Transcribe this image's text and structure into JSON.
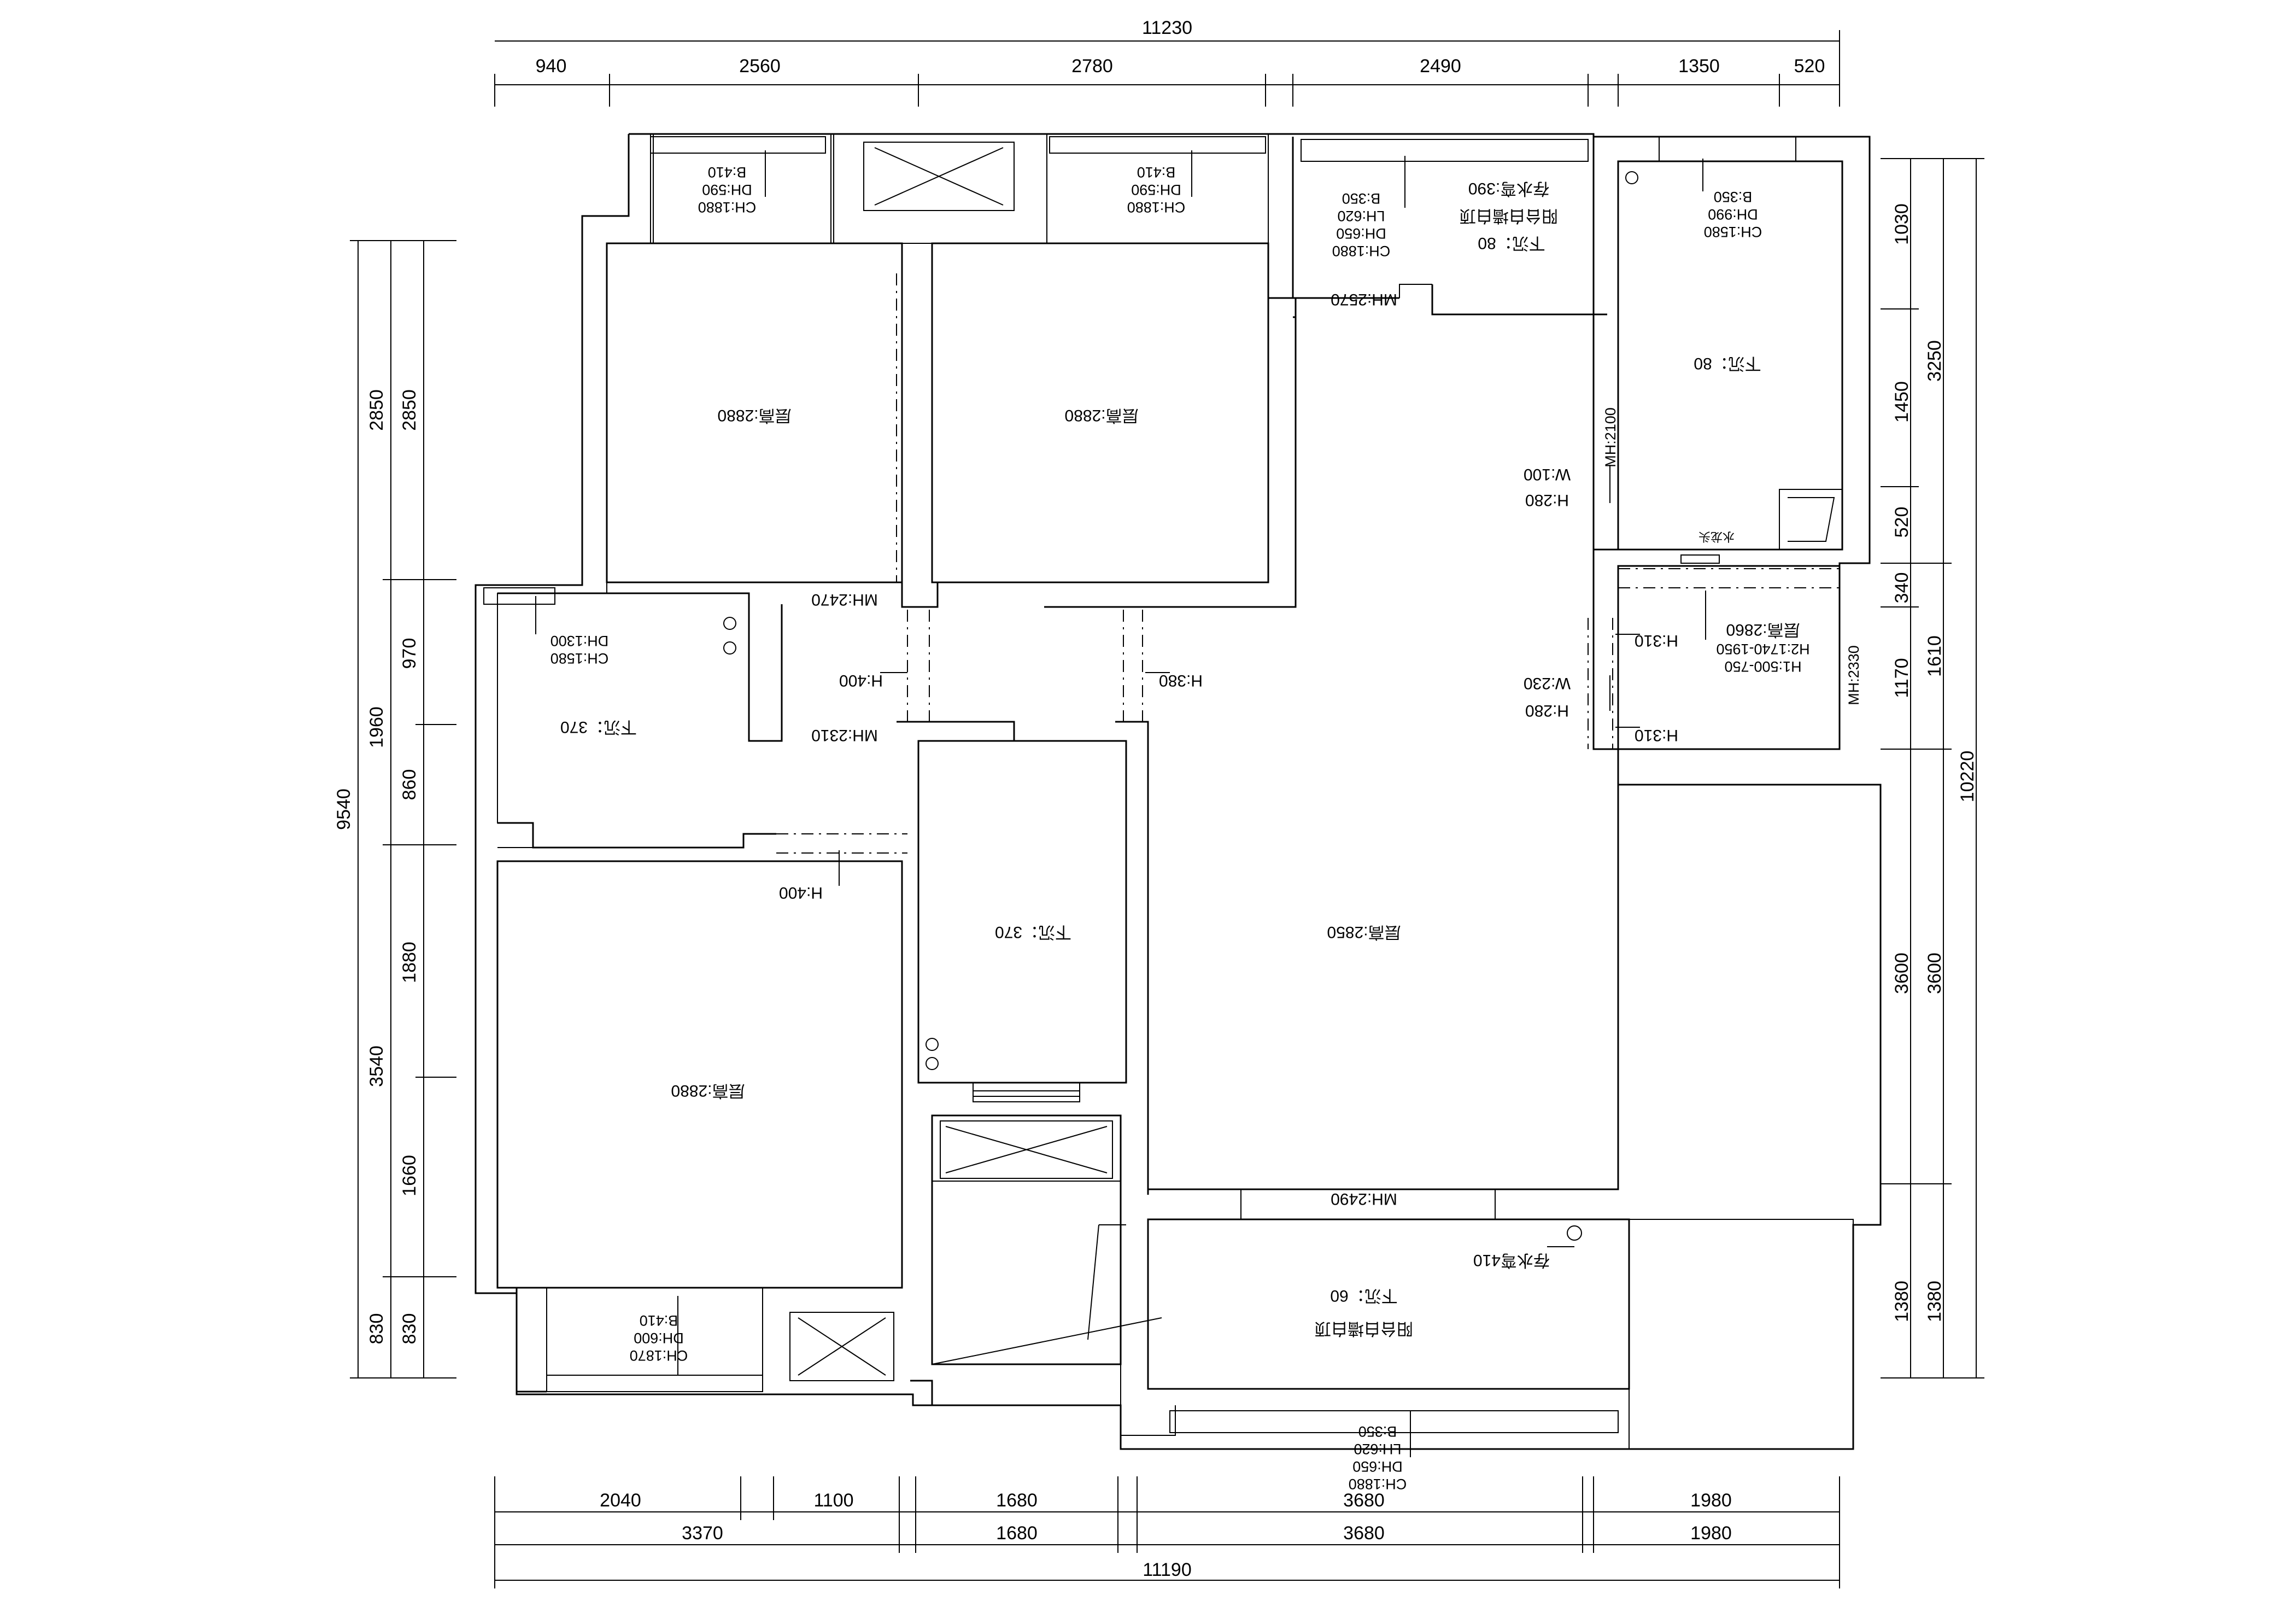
{
  "dimensions": {
    "top_total": "11230",
    "top_segments": [
      "940",
      "2560",
      "2780",
      "2490",
      "1350",
      "520"
    ],
    "bottom_row1": [
      "2040",
      "1100",
      "1680",
      "3680",
      "1980"
    ],
    "bottom_row2": [
      "3370",
      "1680",
      "3680",
      "1980"
    ],
    "bottom_total": "11190",
    "left_total": "9540",
    "left_outer": [
      "2850",
      "1960",
      "3540",
      "830"
    ],
    "left_inner": [
      "2850",
      "970",
      "860",
      "1880",
      "1660",
      "830"
    ],
    "right_total": "10220",
    "right_outer": [
      "3250",
      "1610",
      "3600",
      "1380"
    ],
    "right_inner": [
      "1030",
      "1450",
      "520",
      "340",
      "1170",
      "3600",
      "1380"
    ]
  },
  "annotations": {
    "top_window_left": [
      "CH:1880",
      "DH:590",
      "B:410"
    ],
    "top_window_mid": [
      "CH:1880",
      "DH:590",
      "B:410"
    ],
    "top_balcony": [
      "CH:1880",
      "DH:650",
      "LH:620",
      "B:350"
    ],
    "top_balcony_drop": "下沉：80",
    "top_balcony_ceiling": "阳台白墙白顶",
    "top_water_pipe": "存水弯:390",
    "mh_2570": "MH:2570",
    "bath_top_window": [
      "CH:1580",
      "DH:990",
      "B:350"
    ],
    "bath_top_drop": "下沉：80",
    "mh_2100": "MH:2100",
    "w_100": "W:100",
    "h_280_a": "H:280",
    "water_heater": "水龙头",
    "bedroom1_height": "层高:2880",
    "bedroom2_height": "层高:2880",
    "mh_2470": "MH:2470",
    "left_bath_window": [
      "CH:1580",
      "DH:1300"
    ],
    "left_bath_drop": "下沉：370",
    "h_400_a": "H:400",
    "h_400_b": "H:400",
    "mh_2310": "MH:2310",
    "h_380": "H:380",
    "kitchen_drop": "下沉：370",
    "living_height": "层高:2850",
    "h_310_a": "H:310",
    "h_310_b": "H:310",
    "h1_range": "H1:500-750",
    "h2_range": "H2:1740-1950",
    "dining_height": "层高:2860",
    "mh_2330": "MH:2330",
    "w_230": "W:230",
    "h_280_b": "H:280",
    "bedroom3_height": "层高:2880",
    "bottom_window_left": [
      "CH:1870",
      "DH:600",
      "B:410"
    ],
    "mh_2490": "MH:2490",
    "bottom_water_pipe": "存水弯410",
    "bottom_balcony_drop": "下沉：60",
    "bottom_balcony_ceiling": "阳台白墙白顶",
    "bottom_balcony_window": [
      "CH:1880",
      "DH:650",
      "LH:620",
      "B:350"
    ]
  }
}
